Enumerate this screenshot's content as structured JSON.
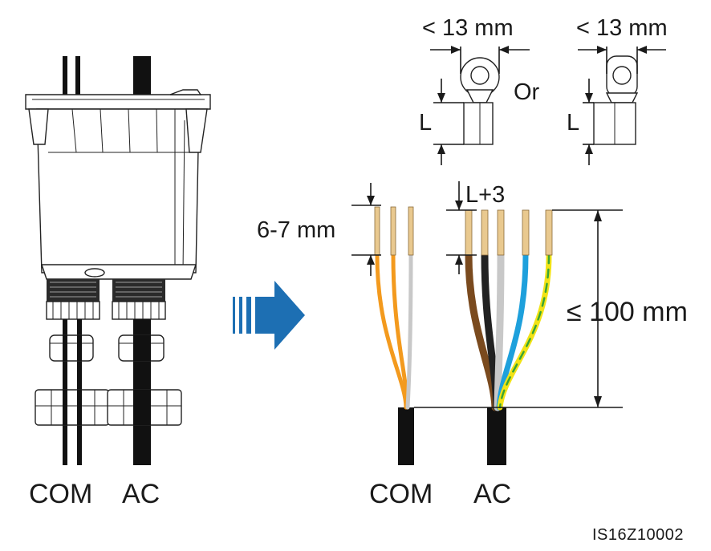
{
  "left_labels": {
    "com": "COM",
    "ac": "AC"
  },
  "right_labels": {
    "com": "COM",
    "ac": "AC"
  },
  "dimensions": {
    "strip_length": "6-7 mm",
    "strip_length_ac": "L+3",
    "max_length": "≤ 100 mm",
    "lug_width_1": "< 13 mm",
    "lug_width_2": "< 13 mm",
    "lug_length_1": "L",
    "lug_length_2": "L",
    "or_text": "Or"
  },
  "figure_id": "IS16Z10002",
  "colors": {
    "arrow": "#1d6fb3",
    "com_wires": [
      "#f39a1e",
      "#f39a1e",
      "#c8c8c8"
    ],
    "ac_wires": [
      "#7a4a1e",
      "#222222",
      "#c8c8c8",
      "#1ea0dc",
      "#f2e316"
    ],
    "pe_stripe": "#3aa534",
    "copper": "#e9c98f",
    "cable": "#111111"
  },
  "icons": [
    "connector-housing-icon",
    "direction-arrow-icon",
    "ring-lug-icon",
    "tubular-lug-icon"
  ]
}
